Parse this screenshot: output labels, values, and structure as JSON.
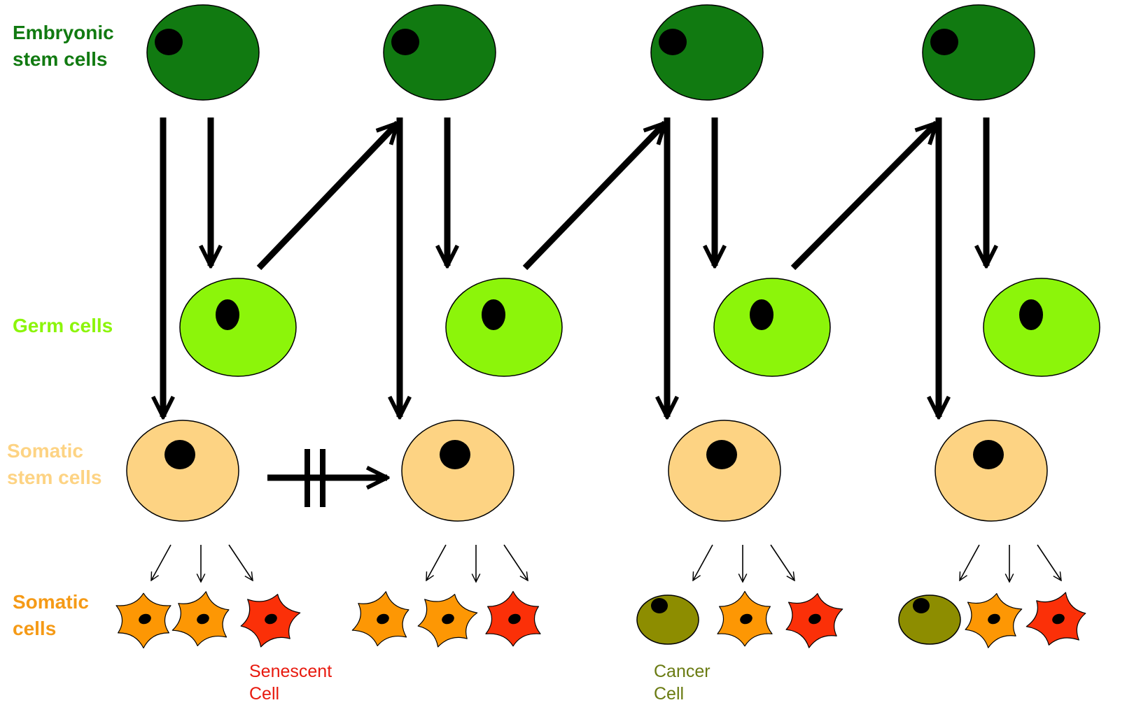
{
  "labels": {
    "embryonic": {
      "line1": "Embryonic",
      "line2": "stem cells"
    },
    "germ": {
      "line1": "Germ cells"
    },
    "somatic_stem": {
      "line1": "Somatic",
      "line2": "stem cells"
    },
    "somatic": {
      "line1": "Somatic",
      "line2": "cells"
    }
  },
  "captions": {
    "senescent": {
      "line1": "Senescent",
      "line2": "Cell"
    },
    "cancer": {
      "line1": "Cancer",
      "line2": "Cell"
    }
  },
  "colors": {
    "embryonic": "#117a11",
    "germ": "#8cf50a",
    "somatic_stem": "#fdd383",
    "somatic_normal": "#fd9704",
    "senescent": "#fb3008",
    "cancer": "#8d8d00",
    "nucleus": "#000000",
    "arrow": "#000000",
    "label_somatic_stem": "#fdd383",
    "label_somatic": "#f59a16",
    "caption_senescent": "#e8190e",
    "caption_cancer": "#6a7b12"
  },
  "columns": [
    {
      "somatic_cells": [
        "normal",
        "normal",
        "senescent"
      ],
      "blocked_arrow_to_next": true
    },
    {
      "somatic_cells": [
        "normal",
        "normal",
        "senescent"
      ],
      "blocked_arrow_to_next": false
    },
    {
      "somatic_cells": [
        "cancer",
        "normal",
        "senescent"
      ],
      "blocked_arrow_to_next": false
    },
    {
      "somatic_cells": [
        "cancer",
        "normal",
        "senescent"
      ],
      "blocked_arrow_to_next": false
    }
  ]
}
